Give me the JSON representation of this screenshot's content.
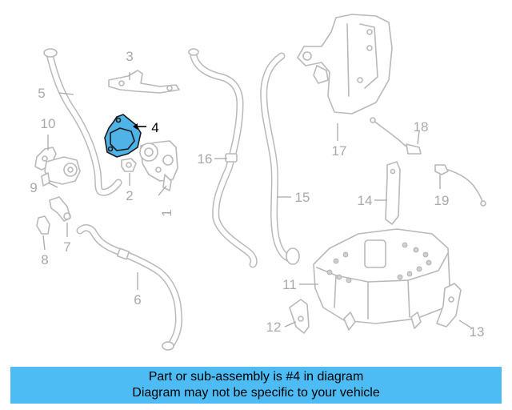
{
  "callouts": {
    "c1": "1",
    "c2": "2",
    "c3": "3",
    "c4": "4",
    "c5": "5",
    "c6": "6",
    "c7": "7",
    "c8": "8",
    "c9": "9",
    "c10": "10",
    "c11": "11",
    "c12": "12",
    "c13": "13",
    "c14": "14",
    "c15": "15",
    "c16": "16",
    "c17": "17",
    "c18": "18",
    "c19": "19"
  },
  "highlighted_part": "4",
  "footer": {
    "line1": "Part or sub-assembly is #4 in diagram",
    "line2": "Diagram may not be specific to your vehicle"
  },
  "colors": {
    "highlight": "#4fb3e8",
    "footer_bg": "#4ebcf4",
    "line_art": "#b9b9b9"
  }
}
